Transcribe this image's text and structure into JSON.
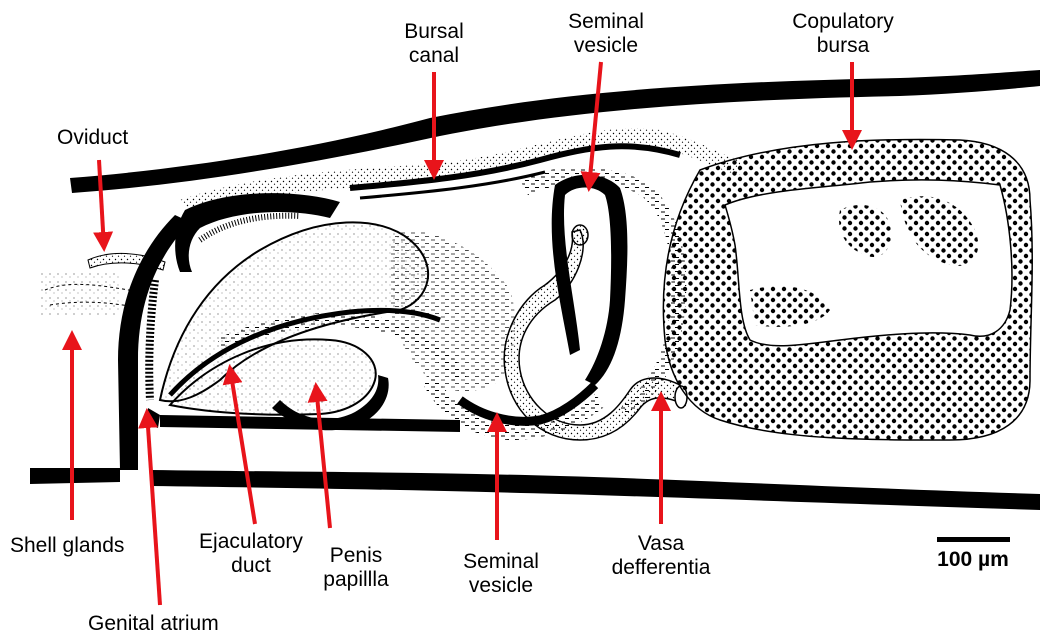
{
  "labels": {
    "oviduct": "Oviduct",
    "bursal_canal_1": "Bursal",
    "bursal_canal_2": "canal",
    "seminal_vesicle_top_1": "Seminal",
    "seminal_vesicle_top_2": "vesicle",
    "copulatory_bursa_1": "Copulatory",
    "copulatory_bursa_2": "bursa",
    "shell_glands": "Shell glands",
    "genital_atrium": "Genital atrium",
    "ejaculatory_duct_1": "Ejaculatory",
    "ejaculatory_duct_2": "duct",
    "penis_papilla_1": "Penis",
    "penis_papilla_2": "papillla",
    "seminal_vesicle_bottom_1": "Seminal",
    "seminal_vesicle_bottom_2": "vesicle",
    "vasa_defferentia_1": "Vasa",
    "vasa_defferentia_2": "defferentia"
  },
  "scale_bar": {
    "label": "100 µm"
  },
  "colors": {
    "arrow": "#e8141b",
    "ink": "#000000",
    "background": "#ffffff"
  }
}
